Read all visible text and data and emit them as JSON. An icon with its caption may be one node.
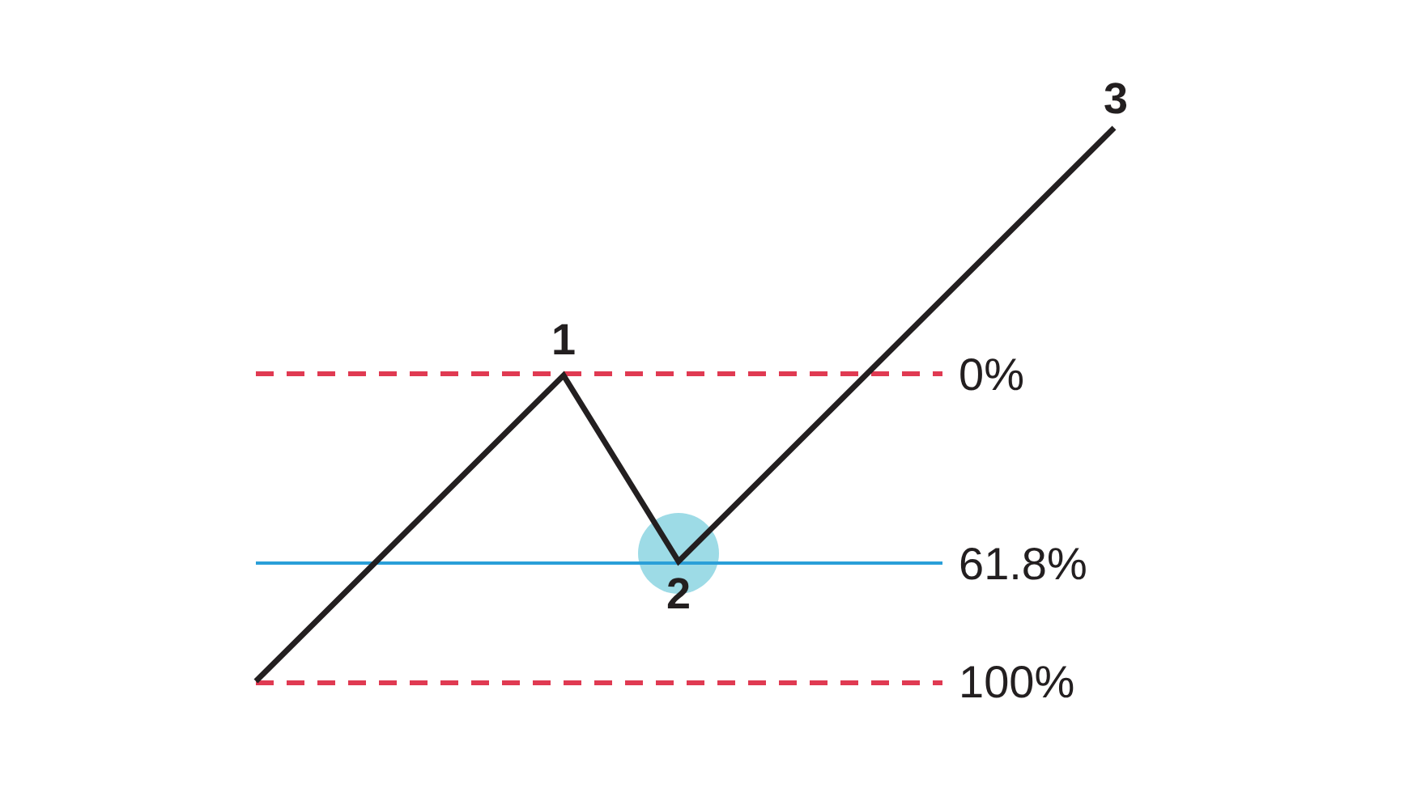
{
  "diagram": {
    "labels": [
      "3",
      "1",
      "0%",
      "61.8%",
      "2",
      "100%"
    ]
  }
}
